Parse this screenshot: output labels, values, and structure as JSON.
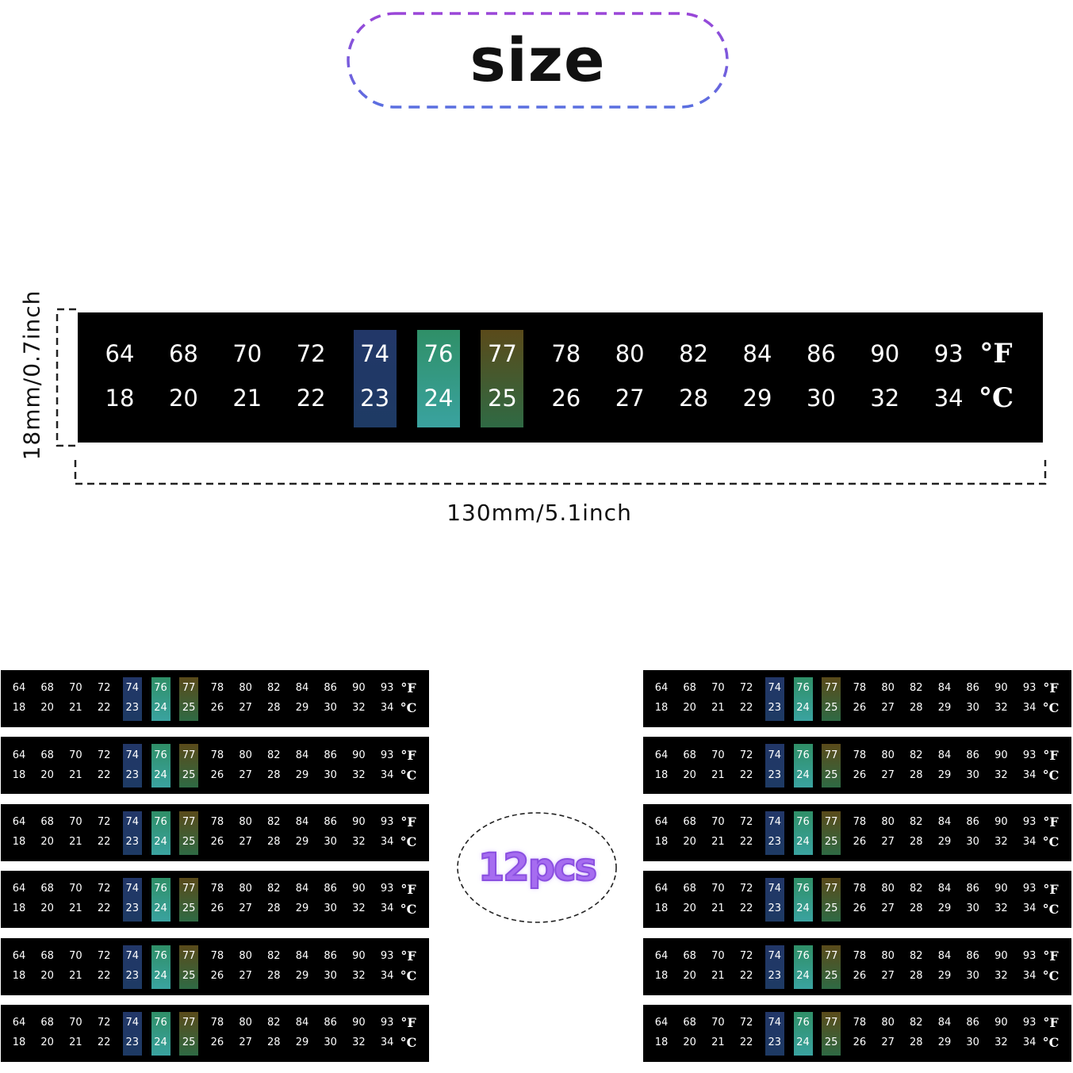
{
  "title": "size",
  "fahrenheit": [
    "64",
    "68",
    "70",
    "72",
    "74",
    "76",
    "77",
    "78",
    "80",
    "82",
    "84",
    "86",
    "90",
    "93"
  ],
  "celsius": [
    "18",
    "20",
    "21",
    "22",
    "23",
    "24",
    "25",
    "26",
    "27",
    "28",
    "29",
    "30",
    "32",
    "34"
  ],
  "unit_f": "°F",
  "unit_c": "°C",
  "highlight": [
    {
      "index": 4,
      "top": "#223768",
      "bottom": "#1e3a64"
    },
    {
      "index": 5,
      "top": "#2f8f67",
      "bottom": "#3aa3a0"
    },
    {
      "index": 6,
      "top": "#5a4a1a",
      "bottom": "#2f6a44"
    }
  ],
  "dimensions": {
    "width": "130mm/5.1inch",
    "height": "18mm/0.7inch"
  },
  "quantity": "12pcs",
  "colors": {
    "pill_border_start": "#9a46d8",
    "pill_border_end": "#5a6fe0",
    "badge_text": "#a66cf0"
  }
}
